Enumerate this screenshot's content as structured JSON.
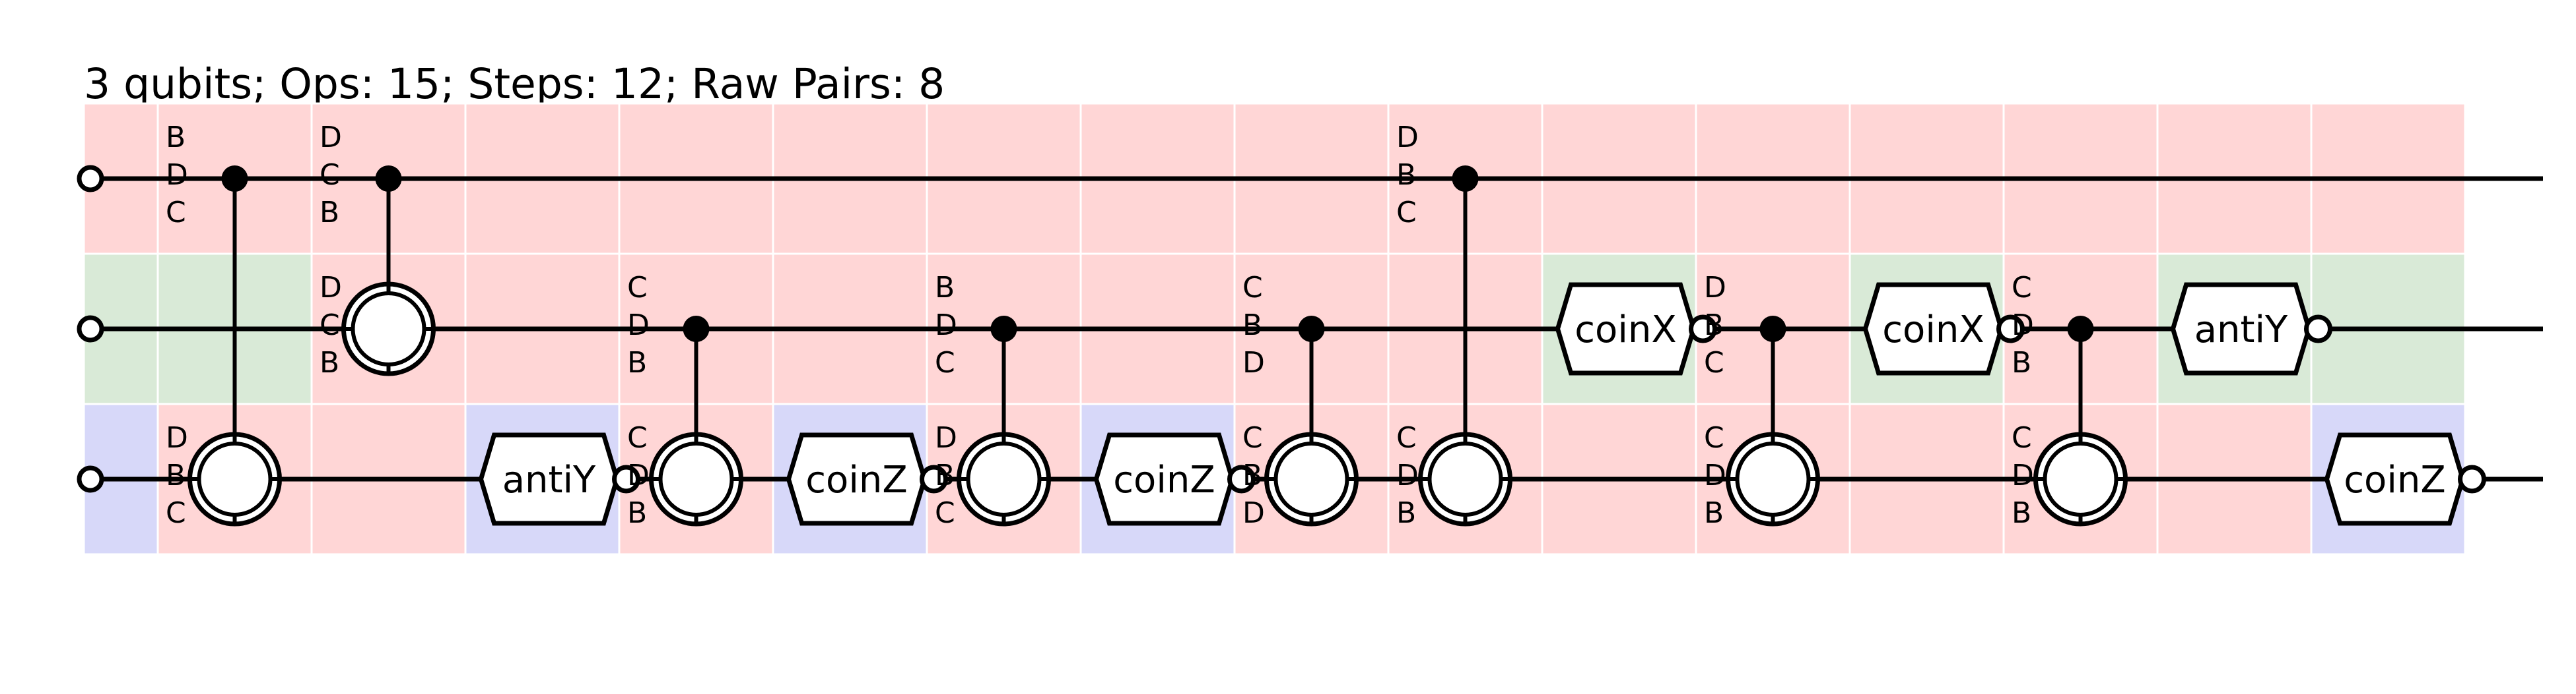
{
  "title": "3 qubits; Ops: 15; Steps: 12; Raw Pairs: 8",
  "colors": {
    "red_cell": "#ffd6d6",
    "green_cell": "#d9ead7",
    "blue_cell": "#d7d8f9",
    "line": "#000000"
  },
  "cell_colors": [
    [
      "red",
      "red",
      "red",
      "red",
      "red",
      "red",
      "red",
      "red",
      "red",
      "red",
      "red",
      "red",
      "red",
      "red",
      "red",
      "red"
    ],
    [
      "green",
      "green",
      "red",
      "red",
      "red",
      "red",
      "red",
      "red",
      "red",
      "red",
      "green",
      "red",
      "green",
      "red",
      "green",
      "green"
    ],
    [
      "blue",
      "red",
      "red",
      "blue",
      "red",
      "blue",
      "red",
      "blue",
      "red",
      "red",
      "red",
      "red",
      "red",
      "red",
      "red",
      "blue"
    ]
  ],
  "wires": 3,
  "columns": 16,
  "steps": [
    {
      "type": "cnot",
      "column": 1,
      "control": 0,
      "target": 2,
      "labels": [
        [
          "B",
          "D",
          "C"
        ],
        null,
        [
          "D",
          "B",
          "C"
        ]
      ]
    },
    {
      "type": "cnot",
      "column": 2,
      "control": 0,
      "target": 1,
      "labels": [
        [
          "D",
          "C",
          "B"
        ],
        [
          "D",
          "C",
          "B"
        ],
        null
      ]
    },
    {
      "type": "gate",
      "column": 3,
      "wire": 2,
      "text": "antiY"
    },
    {
      "type": "cnot",
      "column": 4,
      "control": 1,
      "target": 2,
      "labels": [
        null,
        [
          "C",
          "D",
          "B"
        ],
        [
          "C",
          "D",
          "B"
        ]
      ]
    },
    {
      "type": "gate",
      "column": 5,
      "wire": 2,
      "text": "coinZ"
    },
    {
      "type": "cnot",
      "column": 6,
      "control": 1,
      "target": 2,
      "labels": [
        null,
        [
          "B",
          "D",
          "C"
        ],
        [
          "D",
          "B",
          "C"
        ]
      ]
    },
    {
      "type": "gate",
      "column": 7,
      "wire": 2,
      "text": "coinZ"
    },
    {
      "type": "cnot",
      "column": 8,
      "control": 1,
      "target": 2,
      "labels": [
        null,
        [
          "C",
          "B",
          "D"
        ],
        [
          "C",
          "B",
          "D"
        ]
      ]
    },
    {
      "type": "cnot",
      "column": 9,
      "control": 0,
      "target": 2,
      "labels": [
        [
          "D",
          "B",
          "C"
        ],
        null,
        [
          "C",
          "D",
          "B"
        ]
      ]
    },
    {
      "type": "gate",
      "column": 10,
      "wire": 1,
      "text": "coinX"
    },
    {
      "type": "cnot",
      "column": 11,
      "control": 1,
      "target": 2,
      "labels": [
        null,
        [
          "D",
          "B",
          "C"
        ],
        [
          "C",
          "D",
          "B"
        ]
      ]
    },
    {
      "type": "gate",
      "column": 12,
      "wire": 1,
      "text": "coinX"
    },
    {
      "type": "cnot",
      "column": 13,
      "control": 1,
      "target": 2,
      "labels": [
        null,
        [
          "C",
          "D",
          "B"
        ],
        [
          "C",
          "D",
          "B"
        ]
      ]
    },
    {
      "type": "gate",
      "column": 14,
      "wire": 1,
      "text": "antiY"
    },
    {
      "type": "gate",
      "column": 15,
      "wire": 2,
      "text": "coinZ"
    }
  ]
}
